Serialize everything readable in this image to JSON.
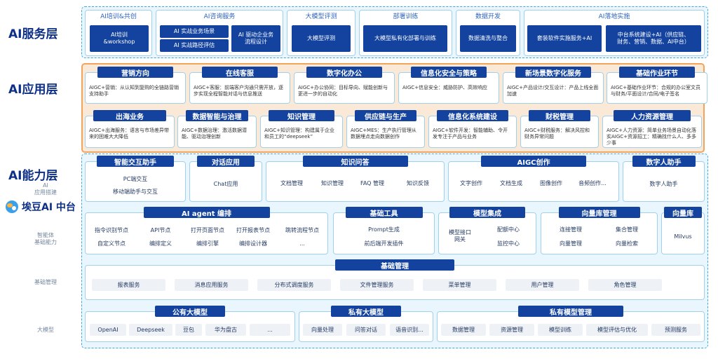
{
  "layers": {
    "service": "AI服务层",
    "application": "AI应用层",
    "capability": "AI能力层"
  },
  "side_labels": {
    "ai_app_build": "AI\n应用搭建",
    "agent_cap": "智能体\n基础能力",
    "base_mgmt": "基础管理",
    "big_model": "大模型"
  },
  "brand": {
    "name": "埃豆AI 中台"
  },
  "service": {
    "cats": [
      {
        "title": "AI培训&共创",
        "boxes": [
          "AI培训\n&workshop"
        ]
      },
      {
        "title": "AI咨询服务",
        "boxes": [
          "AI 实战业务场景",
          "AI 实战路径评估",
          "AI 驱动企业务\n流程设计"
        ]
      },
      {
        "title": "大模型评测",
        "boxes": [
          "大模型评测"
        ]
      },
      {
        "title": "部署训练",
        "boxes": [
          "大模型私有化部署与训练"
        ]
      },
      {
        "title": "数据开发",
        "boxes": [
          "数据清洗与整合"
        ]
      },
      {
        "title": "AI落地实施",
        "boxes": [
          "套装软件实施服务+AI",
          "中台系统建设+AI（供应链、\n财务、营销、数据、AI中台）"
        ]
      }
    ]
  },
  "app": {
    "row1": [
      {
        "tab": "营销方向",
        "desc": "AIGC+营销：从认知到复购的全链路营销支持助手"
      },
      {
        "tab": "在线客服",
        "desc": "AIGC+客服：前端客户沟通只需开放，逐步实现全程智能对话与信息推送"
      },
      {
        "tab": "数字化办公",
        "desc": "AIGC+办公协同：目标导向、赋能创新与更进一步的自动化"
      },
      {
        "tab": "信息化安全与策略",
        "desc": "AIGC+信息安全：威胁防护、高效响应"
      },
      {
        "tab": "新场景数字化服务",
        "desc": "AIGC+产品设计/交互设计：产品上线全面加速"
      },
      {
        "tab": "基础作业环节",
        "desc": "AIGC+基础作业环节：合规的办公室文员与财务/平面设计/合同/电子签名"
      }
    ],
    "row2": [
      {
        "tab": "出海业务",
        "desc": "AIGC+出海服务：语言与市场差异带来的困难大大降低"
      },
      {
        "tab": "数据智能与治理",
        "desc": "AIGC+数据治理：激活数据潜能、驱动治理创新"
      },
      {
        "tab": "知识管理",
        "desc": "AIGC+知识管理：构建属于企业和员工的“deepseek”"
      },
      {
        "tab": "供应链与生产",
        "desc": "AIGC+MES：生产执行管理从数据埋点走向数据创作"
      },
      {
        "tab": "信息化系统建设",
        "desc": "AIGC+软件开发：智能辅助、令开发专注于产品与业务"
      },
      {
        "tab": "财税管理",
        "desc": "AIGC+财税服务：解决风控和财务异常问题"
      },
      {
        "tab": "人力资源管理",
        "desc": "AIGC+人力资源：简单业务场景自动化落实AIGC+资源招工：精确找什么人、多多少事"
      }
    ]
  },
  "cap": {
    "top": [
      {
        "title": "智能交互助手",
        "items": [
          "PC端交互",
          "移动端助手与交互"
        ]
      },
      {
        "title": "对话应用",
        "items": [
          "Chat应用"
        ]
      },
      {
        "title": "知识问答",
        "items": [
          "文档管理",
          "知识管理",
          "FAQ 管理",
          "知识反馈"
        ]
      },
      {
        "title": "AIGC创作",
        "items": [
          "文字创作",
          "文档生成",
          "图像创作",
          "音频创作..."
        ]
      },
      {
        "title": "数字人助手",
        "items": [
          "数字人助手"
        ]
      }
    ],
    "agent": {
      "title": "AI agent 编排",
      "row1": [
        "指令识别节点",
        "API节点",
        "打开页面节点",
        "打开报表节点",
        "跳转流程节点"
      ],
      "row2": [
        "自定义节点",
        "编排定义",
        "编排引擎",
        "编排设计器",
        "..."
      ]
    },
    "tools": {
      "title": "基础工具",
      "items": [
        "Prompt生成",
        "前后端开发插件"
      ]
    },
    "model_int": {
      "title": "模型集成",
      "left": "模型接口\n网关",
      "right": [
        "配额中心",
        "监控中心"
      ]
    },
    "vector_mgmt": {
      "title": "向量库管理",
      "items": [
        "连接管理",
        "集合管理",
        "向量管理",
        "向量检索"
      ]
    },
    "vector_db": {
      "title": "向量库",
      "items": [
        "Milvus"
      ]
    },
    "base": {
      "title": "基础管理",
      "items": [
        "报表服务",
        "消息应用服务",
        "分布式调度服务",
        "文件管理服务",
        "菜单管理",
        "用户管理",
        "角色管理"
      ]
    },
    "public_model": {
      "title": "公有大模型",
      "items": [
        "OpenAI",
        "Deepseek",
        "豆包",
        "华为盘古",
        "..."
      ]
    },
    "private_model": {
      "title": "私有大模型",
      "items": [
        "向量处理",
        "问答对话",
        "语音识别..."
      ]
    },
    "private_mgmt": {
      "title": "私有模型管理",
      "items": [
        "数据管理",
        "资源管理",
        "模型训练",
        "模型评估与优化",
        "预测服务"
      ]
    }
  },
  "colors": {
    "navy": "#13439e",
    "dash_blue": "#46a6dc",
    "orange": "#f2a45c"
  }
}
